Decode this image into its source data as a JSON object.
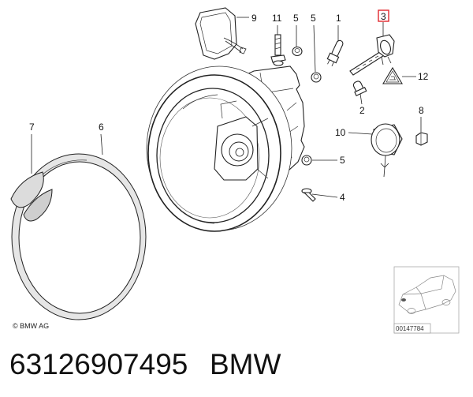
{
  "callouts": [
    "9",
    "11",
    "5",
    "5",
    "1",
    "3",
    "12",
    "2",
    "8",
    "7",
    "6",
    "10",
    "5",
    "4"
  ],
  "highlight_color": "#e0282e",
  "copyright": "© BMW AG",
  "inset": {
    "caption": "00147784"
  },
  "footer": {
    "part_number": "63126907495",
    "brand": "BMW"
  }
}
